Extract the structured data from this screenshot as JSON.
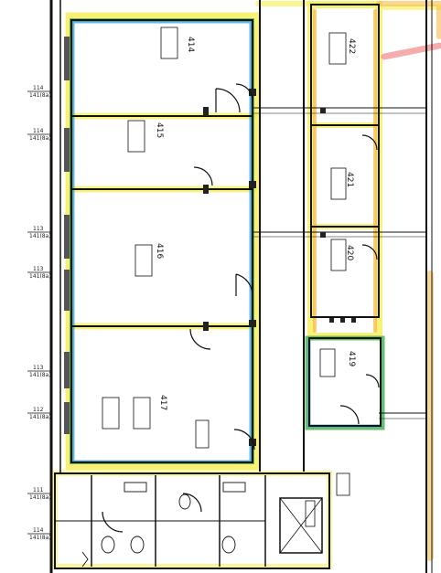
{
  "rooms": [
    {
      "id": "414",
      "number": "414"
    },
    {
      "id": "415",
      "number": "415"
    },
    {
      "id": "416",
      "number": "416"
    },
    {
      "id": "417",
      "number": "417"
    },
    {
      "id": "419",
      "number": "419"
    },
    {
      "id": "420",
      "number": "420"
    },
    {
      "id": "421",
      "number": "421"
    },
    {
      "id": "422",
      "number": "422"
    }
  ],
  "axes_left": [
    {
      "top": "114",
      "bottom": "141(8a)"
    },
    {
      "top": "114",
      "bottom": "141(8a)"
    },
    {
      "top": "113",
      "bottom": "141(8a)"
    },
    {
      "top": "113",
      "bottom": "141(8a)"
    },
    {
      "top": "113",
      "bottom": "141(8a)"
    },
    {
      "top": "112",
      "bottom": "141(8a)"
    },
    {
      "top": "111",
      "bottom": "141(8a)"
    },
    {
      "top": "114",
      "bottom": "141(8a)"
    }
  ],
  "highlight_colors": {
    "yellow": "#f4ee4a",
    "green": "#3fae4f",
    "blue": "#3aa0e8",
    "orange": "#f6b23a",
    "red": "#ee5a5a"
  }
}
